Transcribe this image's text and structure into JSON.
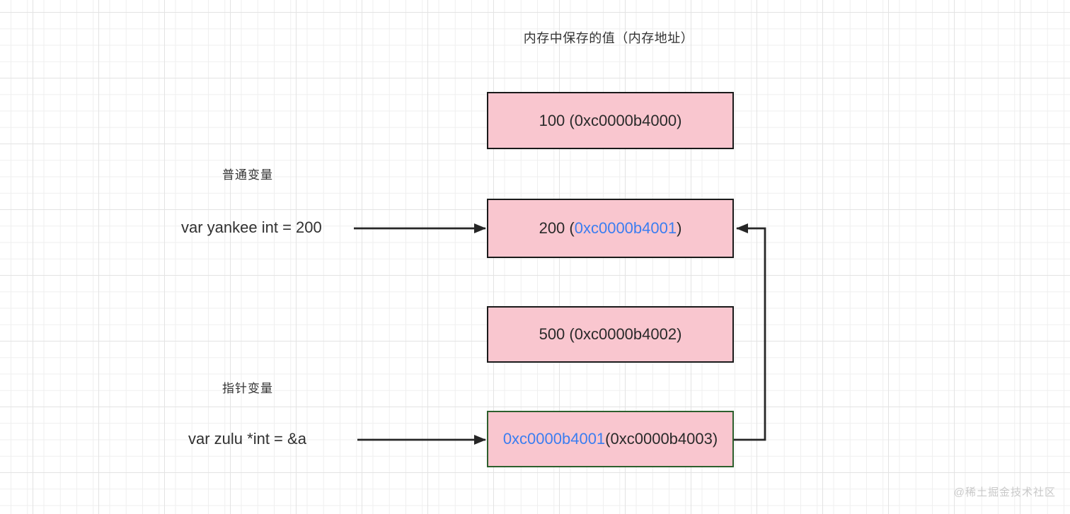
{
  "title": "内存中保存的值（内存地址）",
  "labels": {
    "normal_variable": "普通变量",
    "pointer_variable": "指针变量"
  },
  "declarations": {
    "yankee": "var yankee int = 200",
    "zulu": "var zulu *int = &a"
  },
  "memory_cells": [
    {
      "prefix": "100 (",
      "address": "0xc0000b4000",
      "suffix": ")",
      "address_blue": false,
      "border": "black"
    },
    {
      "prefix": "200 (",
      "address": "0xc0000b4001",
      "suffix": ")",
      "address_blue": true,
      "border": "black"
    },
    {
      "prefix": "500 (",
      "address": "0xc0000b4002",
      "suffix": ")",
      "address_blue": false,
      "border": "black"
    },
    {
      "prefix": "",
      "address": "0xc0000b4001",
      "suffix": "(0xc0000b4003)",
      "address_blue": true,
      "border": "green"
    }
  ],
  "watermark": "@稀土掘金技术社区",
  "colors": {
    "cell_fill": "#f9c6cf",
    "cell_border": "#1a1a1a",
    "pointer_cell_border": "#2d5f2d",
    "address_highlight": "#3b7df0",
    "text": "#2b2b2b",
    "arrow": "#262626",
    "grid_minor": "#efefef",
    "grid_major": "#e3e3e3",
    "watermark": "#c9c9c9"
  }
}
